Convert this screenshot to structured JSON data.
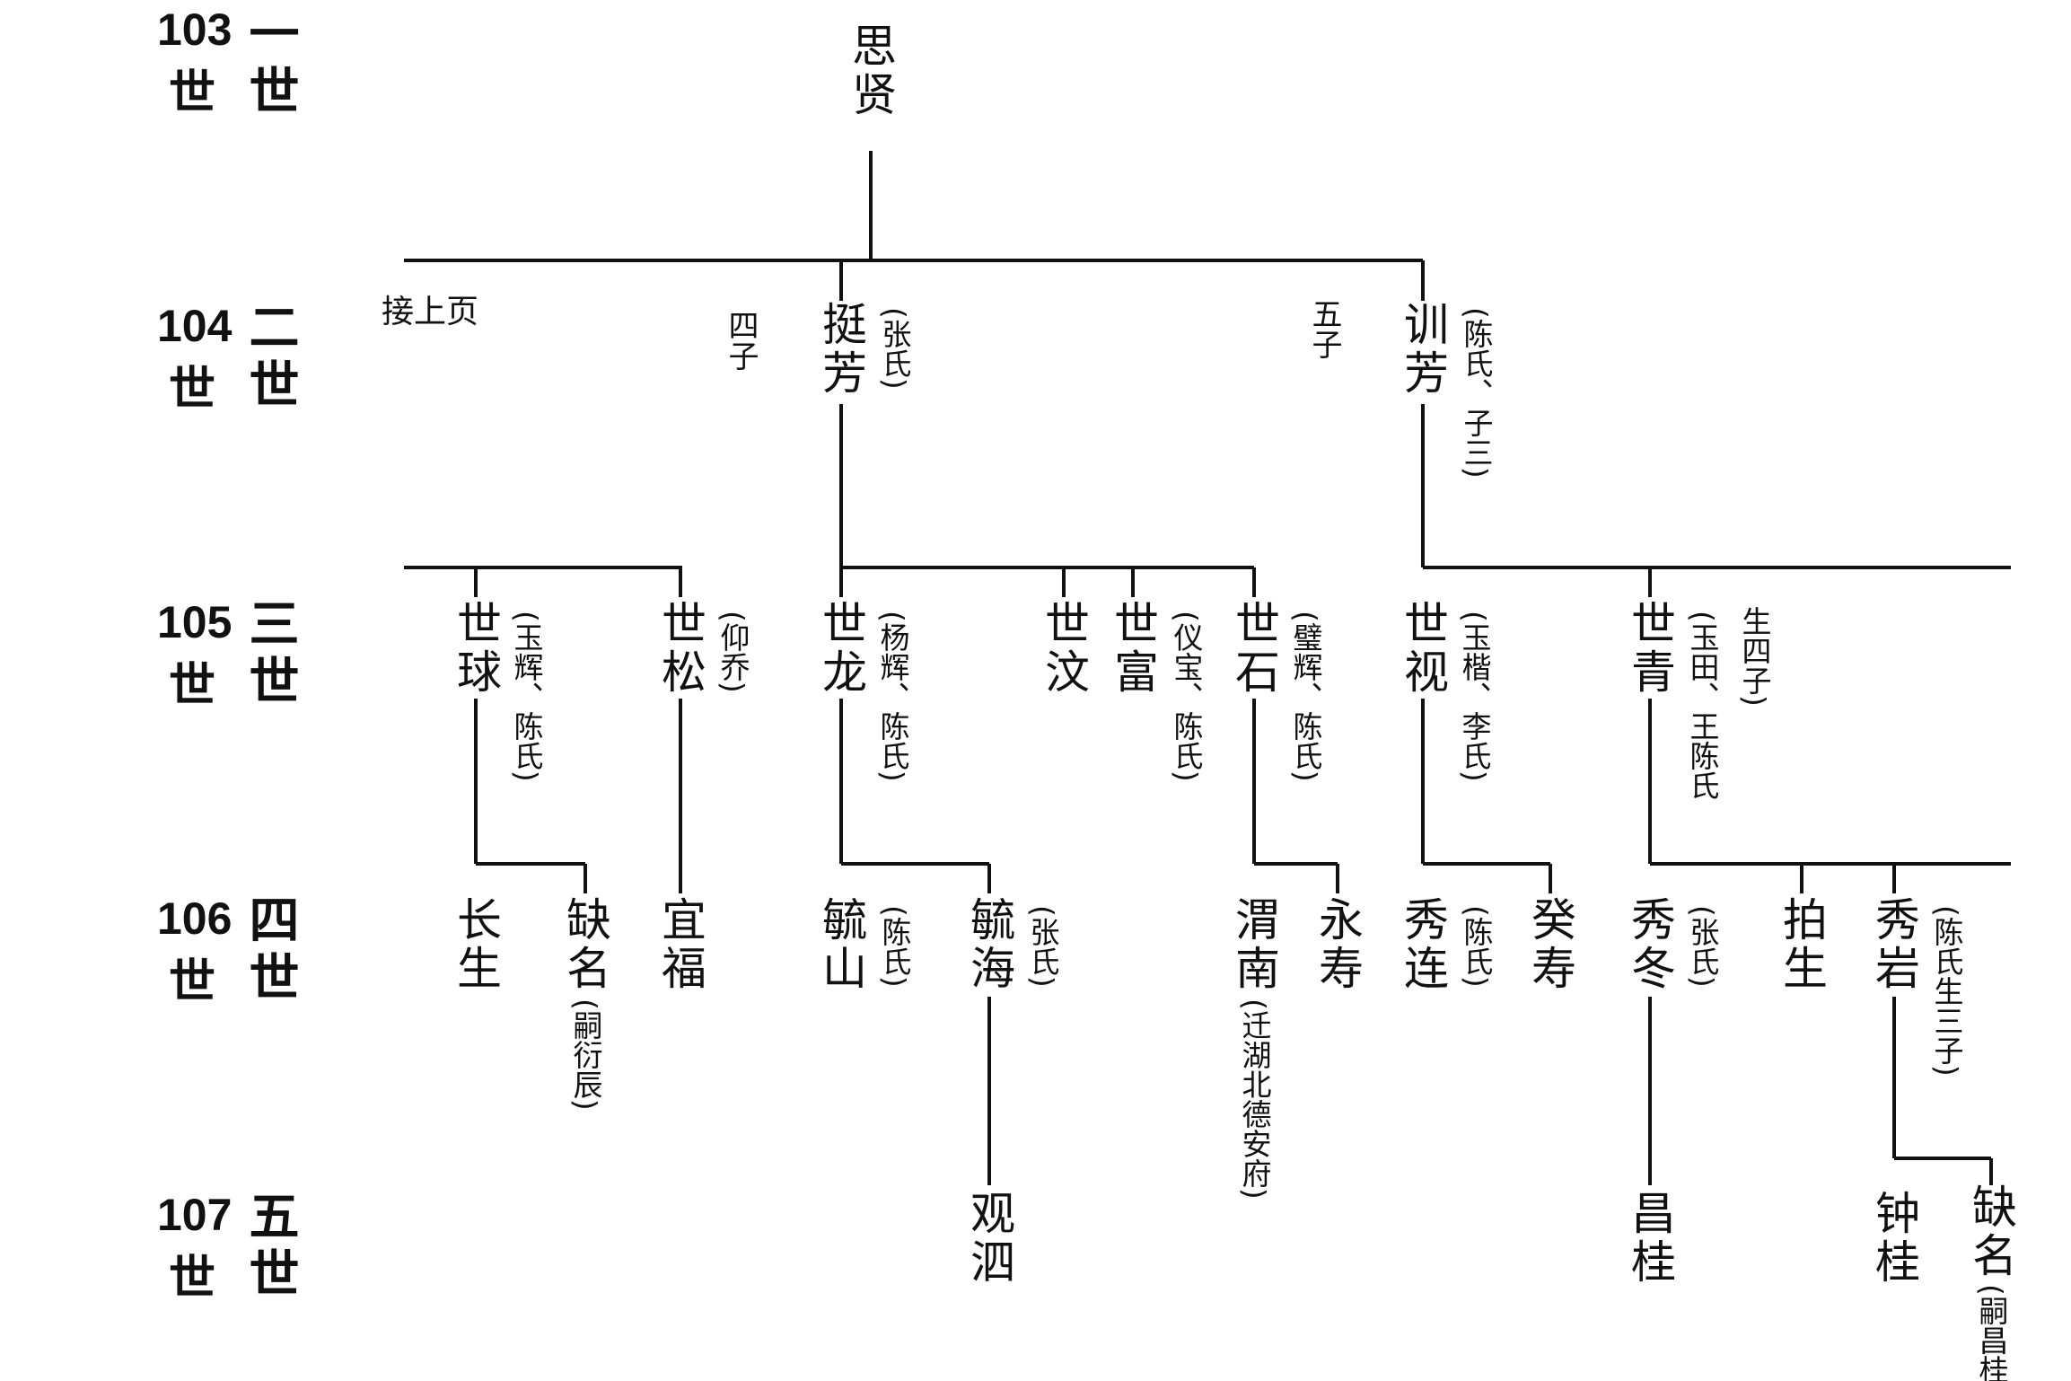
{
  "generations": [
    {
      "num": "103",
      "shi": "世",
      "rank": "一世"
    },
    {
      "num": "104",
      "shi": "世",
      "rank": "二世"
    },
    {
      "num": "105",
      "shi": "世",
      "rank": "三世"
    },
    {
      "num": "106",
      "shi": "世",
      "rank": "四世"
    },
    {
      "num": "107",
      "shi": "世",
      "rank": "五世"
    }
  ],
  "page_note": "接上页",
  "people": {
    "sixian": {
      "name": "思贤"
    },
    "tingfang": {
      "name": "挺芳",
      "note": "(张氏)",
      "order": "四子"
    },
    "xunfang": {
      "name": "训芳",
      "note": "(陈氏、子三)",
      "order": "五子"
    },
    "shiqiu": {
      "name": "世球",
      "note": "(玉辉、陈氏)"
    },
    "shisong": {
      "name": "世松",
      "note": "(仰乔)"
    },
    "shilong": {
      "name": "世龙",
      "note": "(杨辉、陈氏)"
    },
    "shiwen": {
      "name": "世汶"
    },
    "shifu": {
      "name": "世富",
      "note": "(仪宝、陈氏)"
    },
    "shishi": {
      "name": "世石",
      "note": "(璧辉、陈氏)"
    },
    "shishi2": {
      "name": "世视",
      "note": "(玉楷、李氏)"
    },
    "shiqing": {
      "name": "世青",
      "note": "(玉田、王陈氏",
      "note2": "生四子)"
    },
    "changsheng": {
      "name": "长生"
    },
    "queming1": {
      "name": "缺名",
      "note": "(嗣衍辰)"
    },
    "yifu": {
      "name": "宜福"
    },
    "shushan": {
      "name": "毓山",
      "note": "(陈氏)"
    },
    "shuhai": {
      "name": "毓海",
      "note": "(张氏)"
    },
    "weinan": {
      "name": "渭南",
      "note": "(迁湖北德安府)"
    },
    "yongshou": {
      "name": "永寿"
    },
    "xiulian": {
      "name": "秀连",
      "note": "(陈氏)"
    },
    "guishou": {
      "name": "癸寿"
    },
    "xiudong": {
      "name": "秀冬",
      "note": "(张氏)"
    },
    "paisheng": {
      "name": "拍生"
    },
    "xiuyan": {
      "name": "秀岩",
      "note": "(陈氏生三子)"
    },
    "guansi": {
      "name": "观泗"
    },
    "changgui": {
      "name": "昌桂"
    },
    "zhonggui": {
      "name": "钟桂"
    },
    "queming2": {
      "name": "缺名",
      "note": "(嗣昌桂"
    }
  },
  "colors": {
    "ink": "#111111",
    "paper": "#ffffff"
  }
}
